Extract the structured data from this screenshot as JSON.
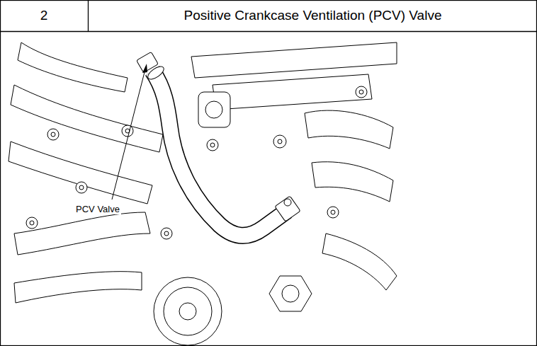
{
  "diagram": {
    "title": "Positive Crankcase Ventilation (PCV) Valve",
    "labels": [
      "2",
      "PCV Valve"
    ]
  }
}
